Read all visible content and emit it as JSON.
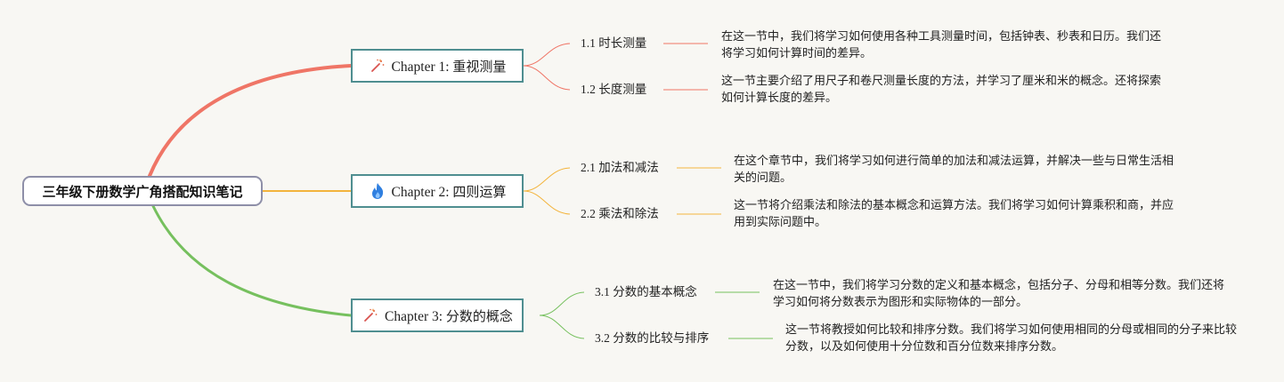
{
  "root": {
    "title": "三年级下册数学广角搭配知识笔记"
  },
  "colors": {
    "chapter1": "#ef7566",
    "chapter2": "#f3b43c",
    "chapter3": "#76c05e",
    "chapter_border": "#4f8e90",
    "root_border": "#8e8fa8"
  },
  "chapters": [
    {
      "icon": "magic-wand-icon",
      "title_prefix": "Chapter 1: ",
      "title_cn": "重视测量",
      "sections": [
        {
          "label": "1.1 时长测量",
          "desc": "在这一节中，我们将学习如何使用各种工具测量时间，包括钟表、秒表和日历。我们还将学习如何计算时间的差异。"
        },
        {
          "label": "1.2 长度测量",
          "desc": "这一节主要介绍了用尺子和卷尺测量长度的方法，并学习了厘米和米的概念。还将探索如何计算长度的差异。"
        }
      ]
    },
    {
      "icon": "fire-icon",
      "title_prefix": "Chapter 2: ",
      "title_cn": "四则运算",
      "sections": [
        {
          "label": "2.1 加法和减法",
          "desc": "在这个章节中，我们将学习如何进行简单的加法和减法运算，并解决一些与日常生活相关的问题。"
        },
        {
          "label": "2.2 乘法和除法",
          "desc": "这一节将介绍乘法和除法的基本概念和运算方法。我们将学习如何计算乘积和商，并应用到实际问题中。"
        }
      ]
    },
    {
      "icon": "magic-wand-icon",
      "title_prefix": "Chapter 3: ",
      "title_cn": "分数的概念",
      "sections": [
        {
          "label": "3.1 分数的基本概念",
          "desc": "在这一节中，我们将学习分数的定义和基本概念，包括分子、分母和相等分数。我们还将学习如何将分数表示为图形和实际物体的一部分。"
        },
        {
          "label": "3.2 分数的比较与排序",
          "desc": "这一节将教授如何比较和排序分数。我们将学习如何使用相同的分母或相同的分子来比较分数，以及如何使用十分位数和百分位数来排序分数。"
        }
      ]
    }
  ]
}
